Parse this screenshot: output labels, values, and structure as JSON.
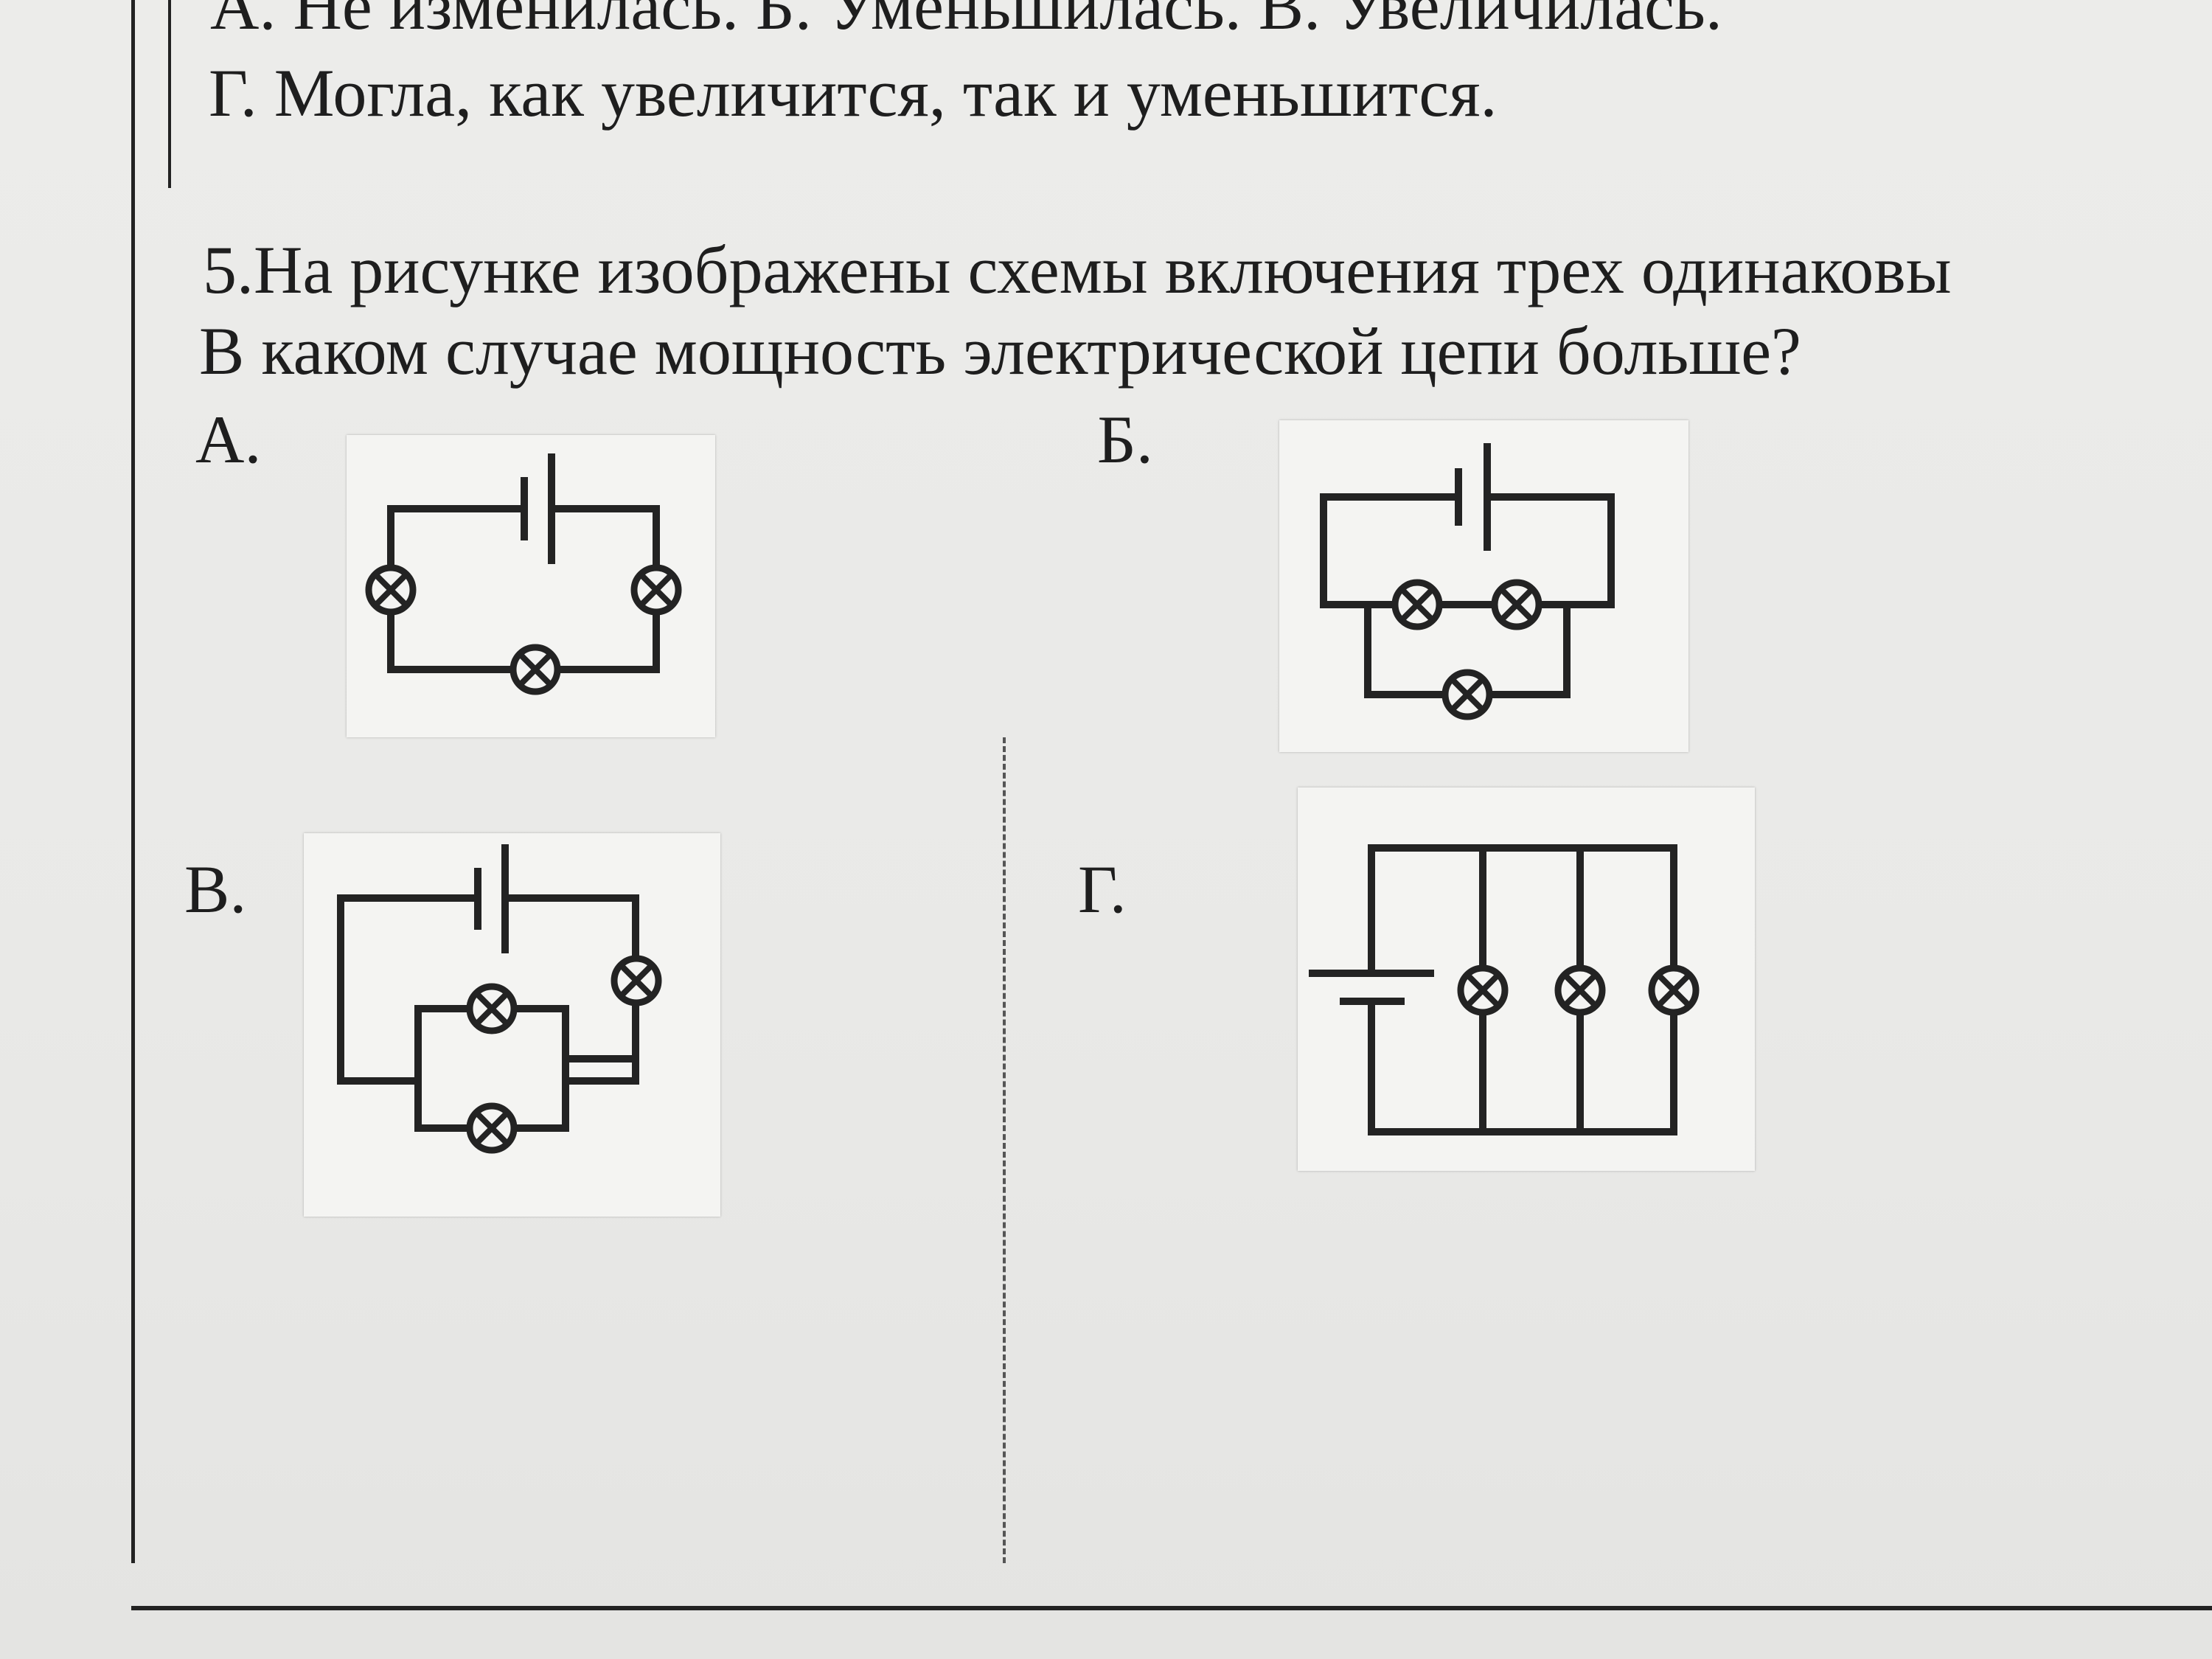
{
  "top_options_line": "А. Не изменилась.  Б. Уменьшилась.   В. Увеличилась.",
  "option_g_line": "Г. Могла, как увеличится, так и уменьшится.",
  "question": {
    "line1": "5.На рисунке изображены схемы включения трех одинаковы",
    "line2": "В каком случае мощность электрической цепи больше?"
  },
  "variants": {
    "a": "А.",
    "b": "Б.",
    "v": "В.",
    "g": "Г."
  },
  "colors": {
    "ink": "#232323",
    "paper": "#e9e9e7",
    "card": "#f4f4f2"
  },
  "icons": {
    "lamp": "lamp-icon",
    "battery": "battery-icon"
  }
}
